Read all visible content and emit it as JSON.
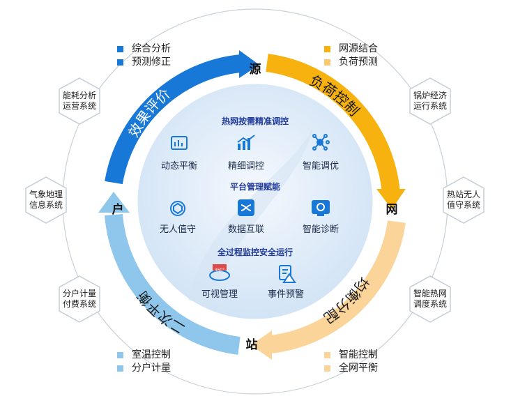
{
  "bullets": {
    "top_left": [
      "综合分析",
      "预测修正"
    ],
    "top_right": [
      "网源结合",
      "负荷预测"
    ],
    "bottom_left": [
      "室温控制",
      "分户计量"
    ],
    "bottom_right": [
      "智能控制",
      "全网平衡"
    ]
  },
  "nodes": {
    "top": "源",
    "right": "网",
    "bottom": "站",
    "left": "户"
  },
  "arc_labels": {
    "top_left": "效果评价",
    "top_right": "负荷控制",
    "bottom_right": "均衡分配",
    "bottom_left": "二次平衡"
  },
  "hexagons": {
    "left": [
      [
        "能耗分析",
        "运营系统"
      ],
      [
        "气象地理",
        "信息系统"
      ],
      [
        "分户计量",
        "付费系统"
      ]
    ],
    "right": [
      [
        "锅炉经济",
        "运行系统"
      ],
      [
        "热站无人",
        "值守系统"
      ],
      [
        "智能热网",
        "调度系统"
      ]
    ]
  },
  "center": {
    "section1_title": "热网按需精准调控",
    "section1_items": [
      "动态平衡",
      "精细调控",
      "智能调优"
    ],
    "section2_title": "平台管理赋能",
    "section2_items": [
      "无人值守",
      "数据互联",
      "智能诊断"
    ],
    "section3_title": "全过程监控安全运行",
    "section3_items": [
      "可视管理",
      "事件预警"
    ],
    "badge_360": "360°"
  },
  "colors": {
    "blue_dark": "#1878d8",
    "blue_light": "#8fc7ec",
    "orange_dark": "#f7b20f",
    "orange_light": "#fbd49a",
    "inner_circle": "#e3eef9",
    "hex_stroke": "#c5ced6",
    "section_title": "#213b9a"
  }
}
